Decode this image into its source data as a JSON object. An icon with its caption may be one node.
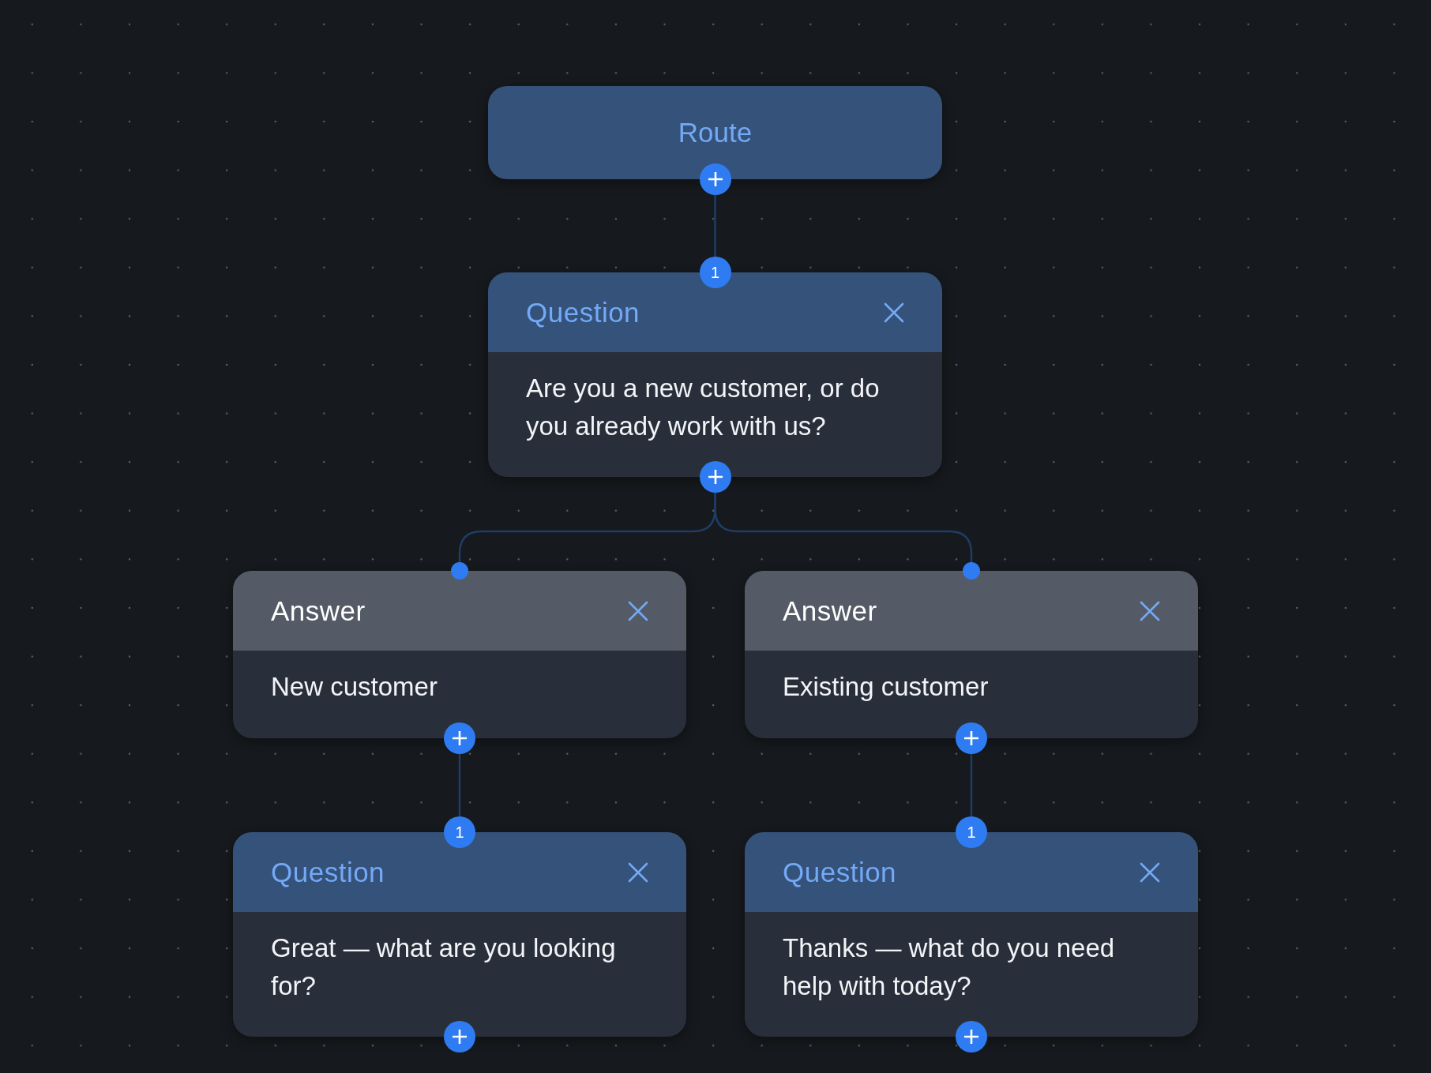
{
  "diagram": {
    "nodes": [
      {
        "text": [
          "Route"
        ]
      },
      {
        "text": [
          "Question",
          "Are you a new customer, or do you already work with us?"
        ],
        "beside": [
          "1"
        ]
      },
      {
        "text": [
          "Answer",
          "New customer"
        ]
      },
      {
        "text": [
          "Answer",
          "Existing customer"
        ]
      },
      {
        "text": [
          "Question",
          "Great — what are you looking for?"
        ],
        "beside": [
          "1"
        ]
      },
      {
        "text": [
          "Question",
          "Thanks — what do you need help with today?"
        ],
        "beside": [
          "1"
        ]
      }
    ],
    "edges": [
      {
        "from": 0,
        "to": 1,
        "arrow": "none"
      },
      {
        "from": 1,
        "to": 2,
        "arrow": "none"
      },
      {
        "from": 1,
        "to": 3,
        "arrow": "none"
      },
      {
        "from": 2,
        "to": 4,
        "arrow": "none"
      },
      {
        "from": 3,
        "to": 5,
        "arrow": "none"
      }
    ]
  }
}
